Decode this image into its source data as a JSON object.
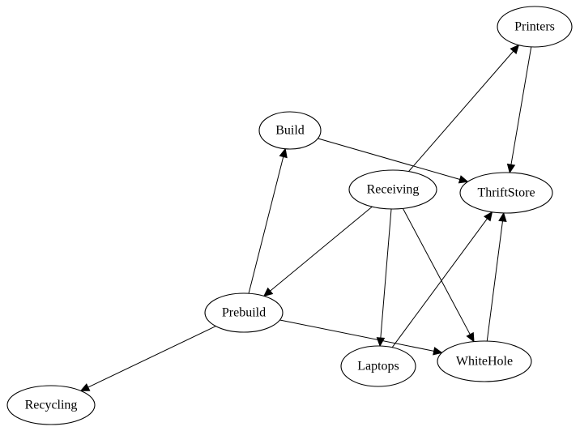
{
  "graph": {
    "type": "directed",
    "nodes": [
      {
        "id": "Printers",
        "label": "Printers"
      },
      {
        "id": "Build",
        "label": "Build"
      },
      {
        "id": "Receiving",
        "label": "Receiving"
      },
      {
        "id": "ThriftStore",
        "label": "ThriftStore"
      },
      {
        "id": "Prebuild",
        "label": "Prebuild"
      },
      {
        "id": "Laptops",
        "label": "Laptops"
      },
      {
        "id": "WhiteHole",
        "label": "WhiteHole"
      },
      {
        "id": "Recycling",
        "label": "Recycling"
      }
    ],
    "edges": [
      {
        "from": "Receiving",
        "to": "Printers"
      },
      {
        "from": "Printers",
        "to": "ThriftStore"
      },
      {
        "from": "Build",
        "to": "ThriftStore"
      },
      {
        "from": "Receiving",
        "to": "Prebuild"
      },
      {
        "from": "Receiving",
        "to": "Laptops"
      },
      {
        "from": "Receiving",
        "to": "WhiteHole"
      },
      {
        "from": "Prebuild",
        "to": "Build"
      },
      {
        "from": "Prebuild",
        "to": "WhiteHole"
      },
      {
        "from": "Prebuild",
        "to": "Recycling"
      },
      {
        "from": "Laptops",
        "to": "ThriftStore"
      },
      {
        "from": "WhiteHole",
        "to": "ThriftStore"
      }
    ]
  }
}
